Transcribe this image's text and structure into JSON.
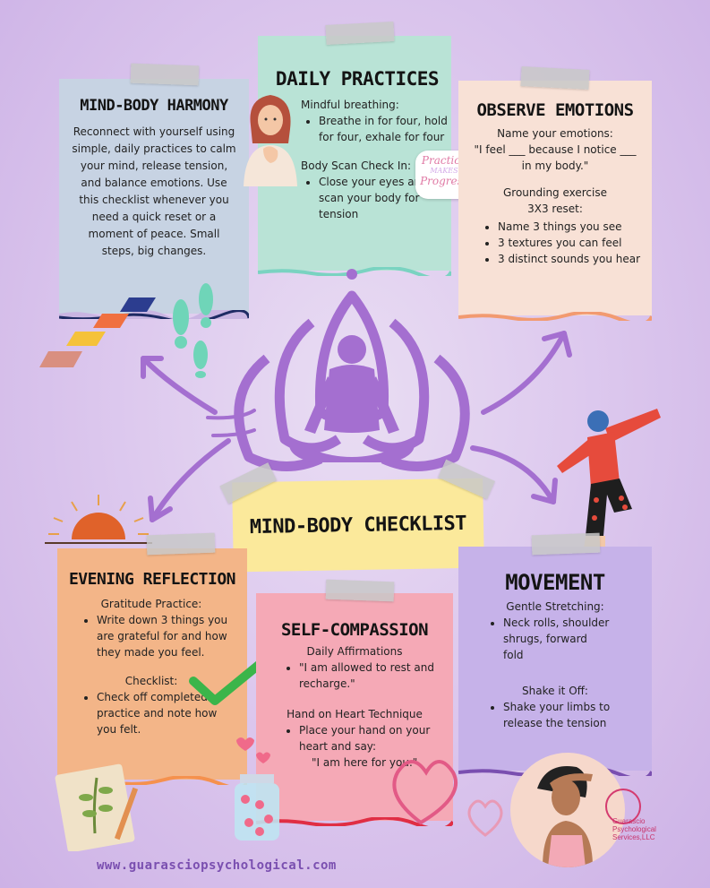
{
  "harmony": {
    "title": "MIND-BODY HARMONY",
    "body": "Reconnect with yourself using simple, daily practices to calm your mind, release tension, and balance emotions. Use this checklist whenever you need a quick reset or a moment of peace. Small steps, big changes."
  },
  "daily": {
    "title": "DAILY PRACTICES",
    "sub1": "Mindful breathing:",
    "item1": "Breathe in for four, hold for four, exhale for four",
    "sub2": "Body Scan Check In:",
    "item2": "Close your eyes and scan your body for tension",
    "sticker_1": "Practice",
    "sticker_2": "MAKES",
    "sticker_3": "Progress"
  },
  "observe": {
    "title": "OBSERVE EMOTIONS",
    "sub1": "Name your emotions:",
    "quote": "\"I feel ___ because I notice ___ in my body.\"",
    "sub2": "Grounding exercise",
    "sub3": "3X3 reset:",
    "items": [
      "Name 3 things you see",
      "3 textures you can feel",
      "3 distinct sounds you hear"
    ]
  },
  "center": {
    "title": "MIND-BODY CHECKLIST"
  },
  "evening": {
    "title": "EVENING REFLECTION",
    "sub1": "Gratitude Practice:",
    "item1": "Write down 3 things you are grateful for and how they made you feel.",
    "sub2": "Checklist:",
    "item2": "Check off completed practice and note how you felt."
  },
  "compassion": {
    "title": "SELF-COMPASSION",
    "sub1": "Daily Affirmations",
    "item1": "\"I am allowed to rest and recharge.\"",
    "sub2": "Hand on Heart Technique",
    "item2": "Place your hand on your heart and say:",
    "quote": "\"I am here for you.\""
  },
  "movement": {
    "title": "MOVEMENT",
    "sub1": "Gentle Stretching:",
    "item1": "Neck rolls, shoulder shrugs, forward fold",
    "sub2": "Shake it Off:",
    "item2": "Shake your limbs to release the tension"
  },
  "footer": {
    "url": "www.guarasciopsychological.com"
  },
  "logo": {
    "line1": "Guarascio",
    "line2": "Psychological",
    "line3": "Services,LLC"
  },
  "colors": {
    "harmony": "#c7d3e3",
    "daily": "#b9e3d6",
    "observe": "#f8e1d6",
    "center": "#fbe99b",
    "evening": "#f3b588",
    "compassion": "#f5a9b6",
    "movement": "#c6b2e9",
    "accent_purple": "#a46fd0"
  }
}
